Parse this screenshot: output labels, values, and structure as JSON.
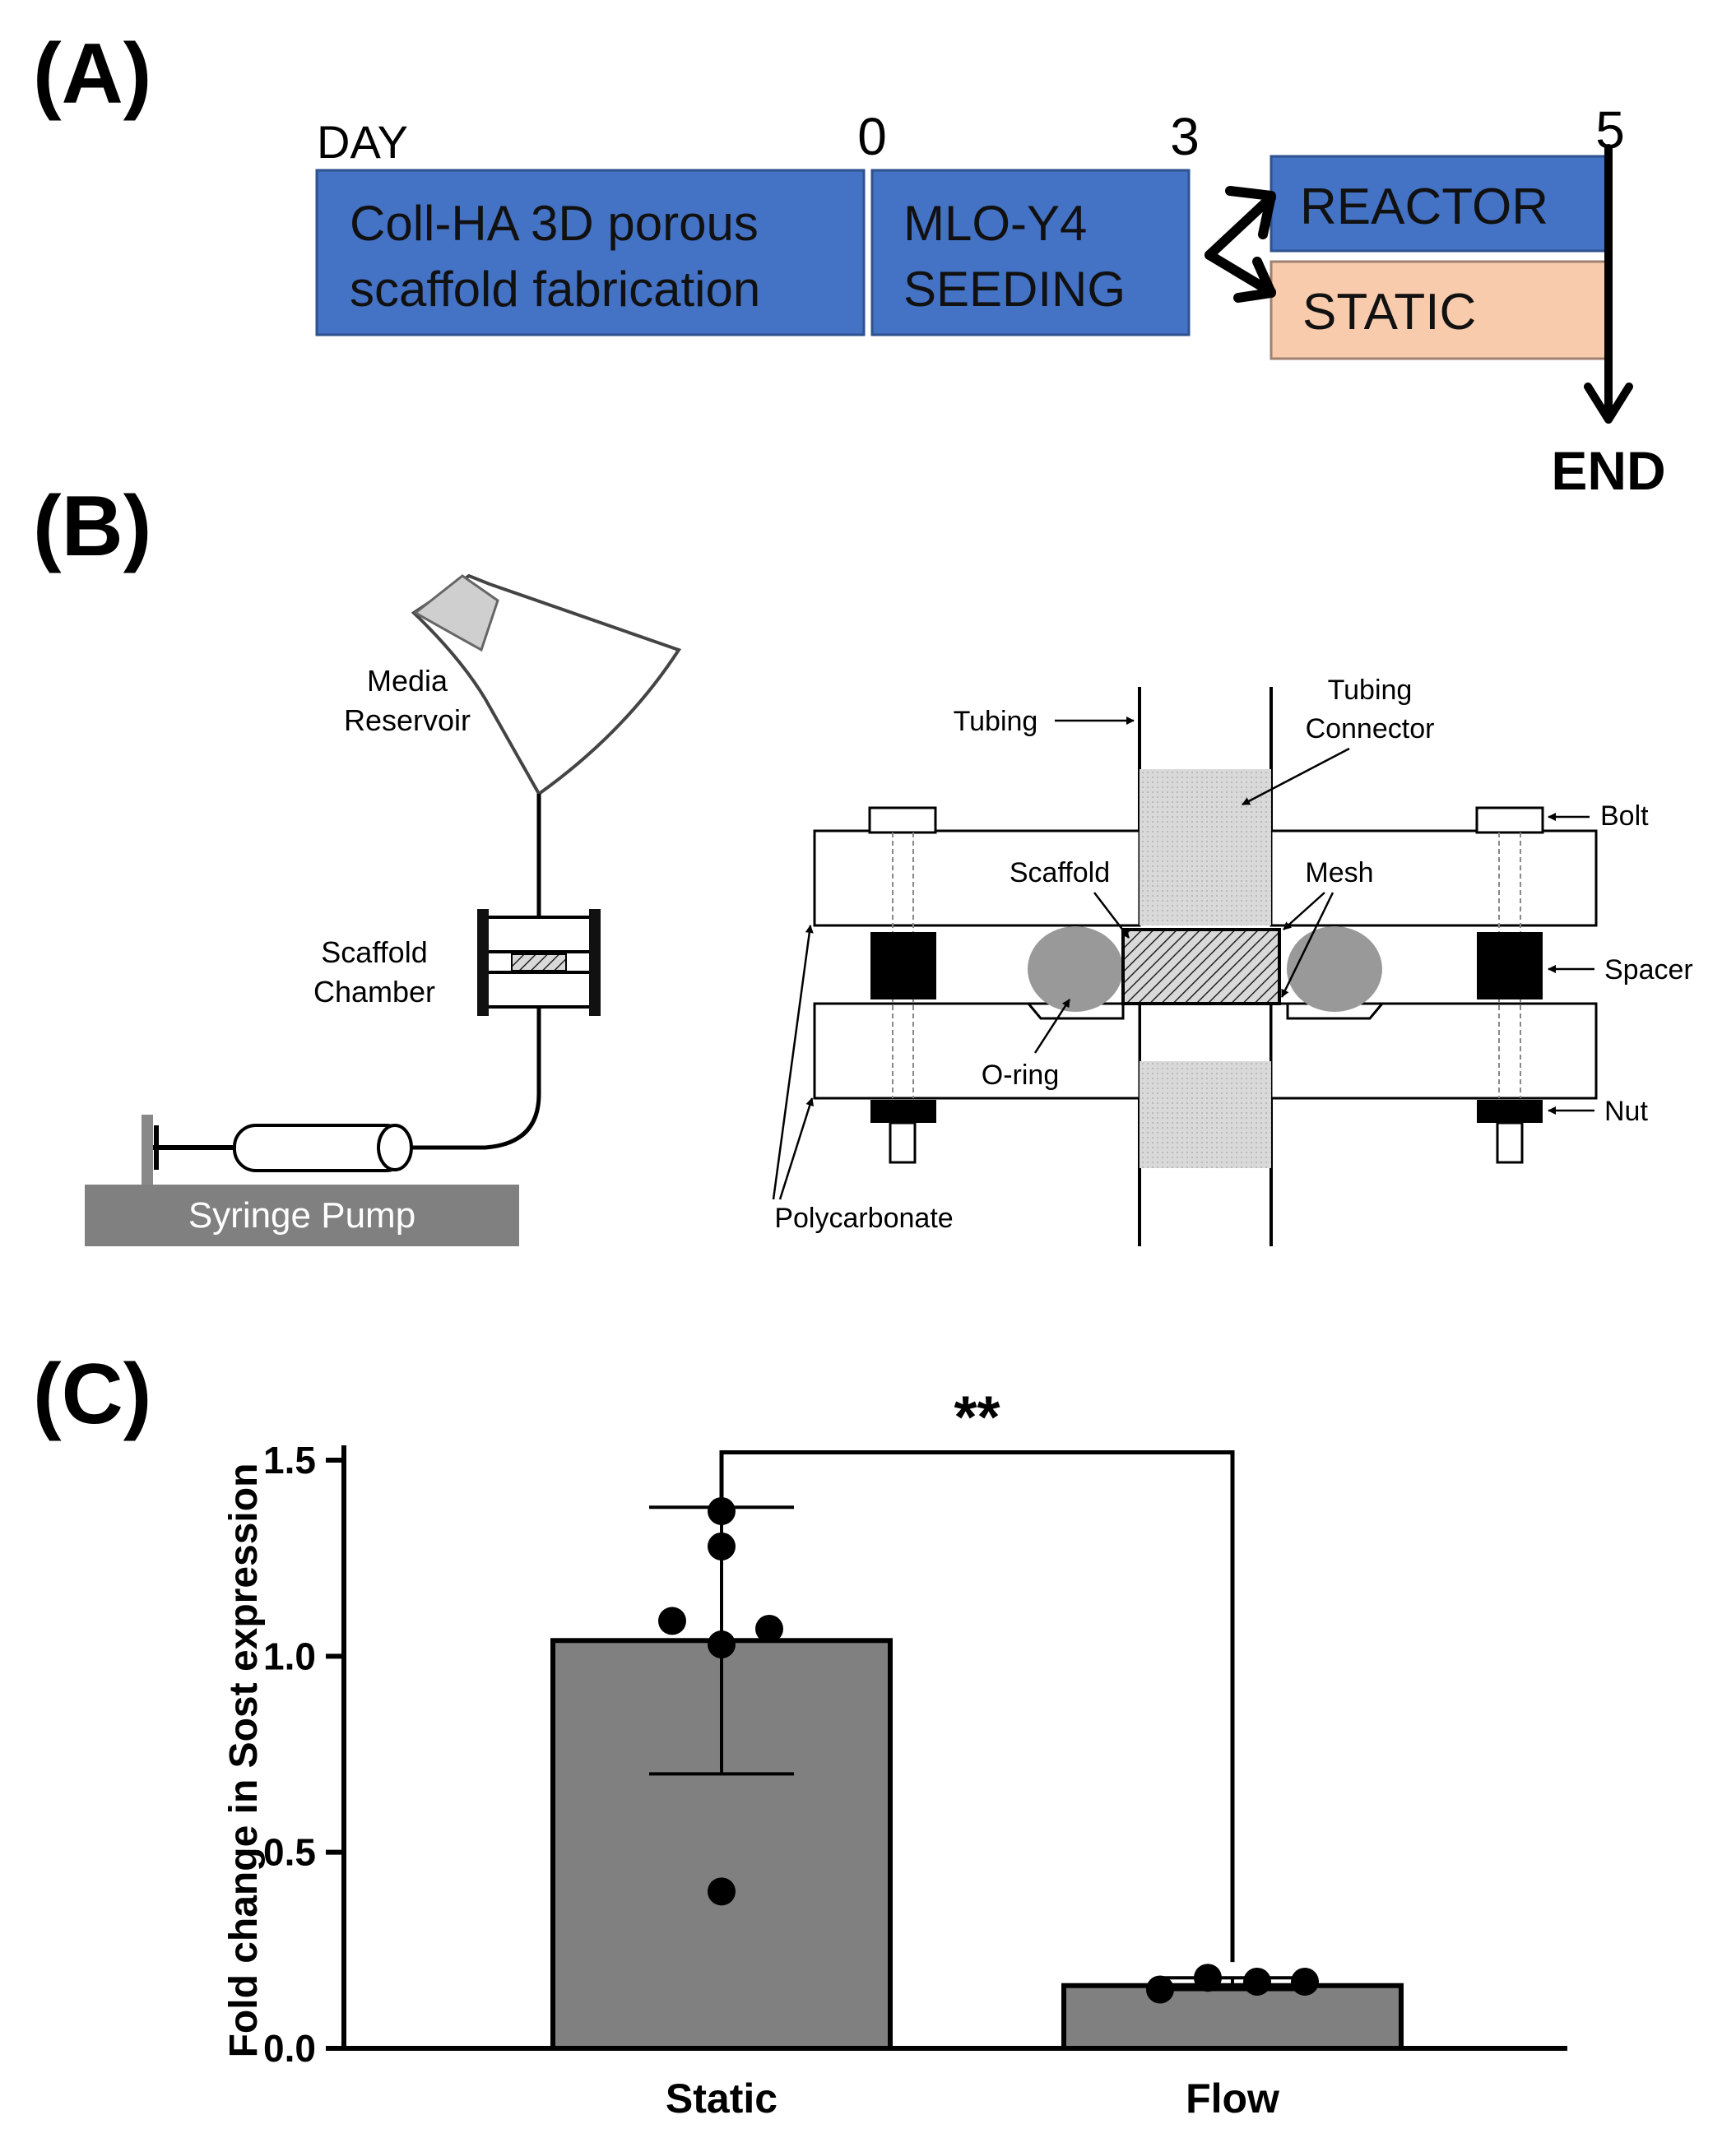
{
  "panel_a": {
    "label": "(A)",
    "day_label": "DAY",
    "ticks": [
      "0",
      "3",
      "5"
    ],
    "box1": [
      "Coll-HA 3D porous",
      "scaffold fabrication"
    ],
    "box2": [
      "MLO-Y4",
      "SEEDING"
    ],
    "reactor": "REACTOR",
    "static": "STATIC",
    "end": "END",
    "colors": {
      "blue": "#4472c4",
      "peach": "#f8cbad"
    }
  },
  "panel_b": {
    "label": "(B)",
    "media_reservoir": [
      "Media",
      "Reservoir"
    ],
    "scaffold_chamber": [
      "Scaffold",
      "Chamber"
    ],
    "syringe_pump": "Syringe Pump",
    "tubing": "Tubing",
    "tubing_connector": [
      "Tubing",
      "Connector"
    ],
    "bolt": "Bolt",
    "scaffold": "Scaffold",
    "mesh": "Mesh",
    "spacer": "Spacer",
    "o_ring": "O-ring",
    "nut": "Nut",
    "polycarbonate": "Polycarbonate"
  },
  "panel_c": {
    "label": "(C)",
    "significance": "**"
  },
  "chart_data": {
    "type": "bar",
    "categories": [
      "Static",
      "Flow"
    ],
    "values": [
      1.04,
      0.16
    ],
    "error_bars": [
      [
        0.7,
        1.38
      ],
      [
        0.15,
        0.18
      ]
    ],
    "points": [
      [
        1.37,
        1.28,
        1.09,
        1.07,
        1.03,
        0.4
      ],
      [
        0.15,
        0.18,
        0.17,
        0.17
      ]
    ],
    "ylabel": "Fold change in Sost expression",
    "xlabel": "",
    "ylim": [
      0,
      1.5
    ],
    "yticks": [
      "0.0",
      "0.5",
      "1.0",
      "1.5"
    ],
    "bar_color": "#808080",
    "grid": false
  }
}
